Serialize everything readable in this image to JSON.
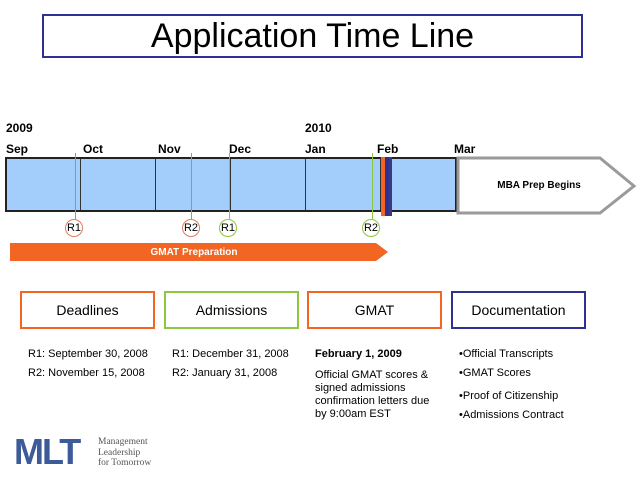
{
  "title": "Application Time Line",
  "years": [
    "2009",
    "2010"
  ],
  "months": [
    "Sep",
    "Oct",
    "Nov",
    "Dec",
    "Jan",
    "Feb",
    "Mar"
  ],
  "markers": [
    {
      "label": "R1",
      "color": "#e07a5f"
    },
    {
      "label": "R2",
      "color": "#e07a5f"
    },
    {
      "label": "R1",
      "color": "#8dc63f"
    },
    {
      "label": "R2",
      "color": "#8dc63f"
    }
  ],
  "gmat_prep": {
    "label": "GMAT Preparation",
    "color": "#f26522"
  },
  "mba_prep": {
    "label": "MBA Prep Begins"
  },
  "categories": [
    {
      "label": "Deadlines",
      "color": "#f26522"
    },
    {
      "label": "Admissions",
      "color": "#8dc63f"
    },
    {
      "label": "GMAT",
      "color": "#f26522"
    },
    {
      "label": "Documentation",
      "color": "#2e3192"
    }
  ],
  "deadlines": [
    "R1: September 30, 2008",
    "R2: November 15, 2008"
  ],
  "admissions": [
    "R1: December 31, 2008",
    "R2: January 31, 2008"
  ],
  "gmat": {
    "date": "February 1, 2009",
    "text": "Official GMAT scores & signed admissions confirmation letters due by 9:00am EST"
  },
  "documentation": [
    "•Official Transcripts",
    "•GMAT Scores",
    "•Proof of Citizenship",
    "•Admissions Contract"
  ],
  "logo": {
    "mark": "MLT",
    "lines": [
      "Management",
      "Leadership",
      "for Tomorrow"
    ]
  }
}
